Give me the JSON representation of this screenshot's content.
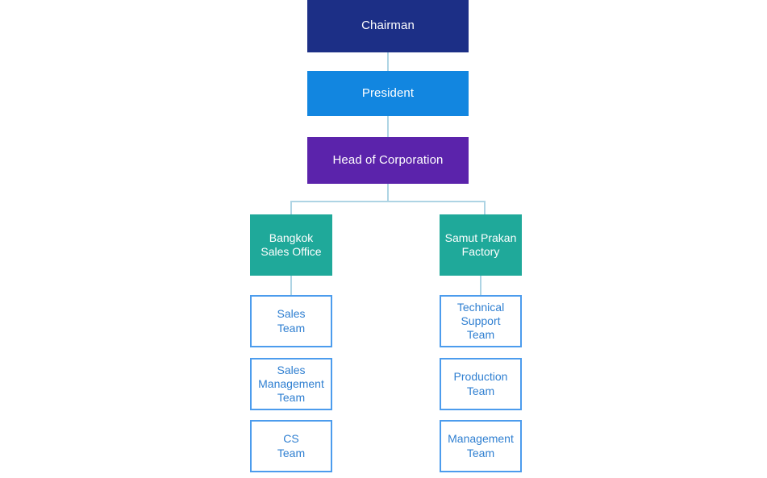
{
  "chart_data": {
    "type": "diagram",
    "diagram_kind": "organization-chart",
    "title": "",
    "orientation": "top-down",
    "colors": {
      "chairman": "#1c2f86",
      "president": "#1286e0",
      "head": "#5b23ab",
      "unit": "#1fa99a",
      "team_border": "#4c9ced",
      "team_text": "#2f7fd1",
      "connector": "#aed4e4",
      "background": "#ffffff"
    },
    "nodes": [
      {
        "id": "chairman",
        "label": "Chairman",
        "level": 1,
        "style": "chairman"
      },
      {
        "id": "president",
        "label": "President",
        "level": 2,
        "style": "president"
      },
      {
        "id": "head",
        "label": "Head of Corporation",
        "level": 3,
        "style": "head"
      },
      {
        "id": "bangkok",
        "label": "Bangkok\nSales Office",
        "level": 4,
        "style": "unit",
        "branch": "left"
      },
      {
        "id": "samut",
        "label": "Samut Prakan\nFactory",
        "level": 4,
        "style": "unit",
        "branch": "right"
      },
      {
        "id": "sales",
        "label": "Sales\nTeam",
        "level": 5,
        "style": "team",
        "branch": "left"
      },
      {
        "id": "salesmgmt",
        "label": "Sales\nManagement\nTeam",
        "level": 5,
        "style": "team",
        "branch": "left"
      },
      {
        "id": "cs",
        "label": "CS\nTeam",
        "level": 5,
        "style": "team",
        "branch": "left"
      },
      {
        "id": "techsupport",
        "label": "Technical\nSupport\nTeam",
        "level": 5,
        "style": "team",
        "branch": "right"
      },
      {
        "id": "production",
        "label": "Production\nTeam",
        "level": 5,
        "style": "team",
        "branch": "right"
      },
      {
        "id": "management",
        "label": "Management\nTeam",
        "level": 5,
        "style": "team",
        "branch": "right"
      }
    ],
    "edges": [
      {
        "from": "chairman",
        "to": "president"
      },
      {
        "from": "president",
        "to": "head"
      },
      {
        "from": "head",
        "to": "bangkok"
      },
      {
        "from": "head",
        "to": "samut"
      },
      {
        "from": "bangkok",
        "to": "sales"
      },
      {
        "from": "samut",
        "to": "techsupport"
      }
    ]
  },
  "nodes": {
    "chairman": {
      "label": "Chairman"
    },
    "president": {
      "label": "President"
    },
    "head": {
      "label": "Head of Corporation"
    },
    "bangkok": {
      "line1": "Bangkok",
      "line2": "Sales Office"
    },
    "samut": {
      "line1": "Samut Prakan",
      "line2": "Factory"
    },
    "sales": {
      "line1": "Sales",
      "line2": "Team"
    },
    "salesmgmt": {
      "line1": "Sales",
      "line2": "Management",
      "line3": "Team"
    },
    "cs": {
      "line1": "CS",
      "line2": "Team"
    },
    "techsupport": {
      "line1": "Technical",
      "line2": "Support",
      "line3": "Team"
    },
    "production": {
      "line1": "Production",
      "line2": "Team"
    },
    "management": {
      "line1": "Management",
      "line2": "Team"
    }
  }
}
